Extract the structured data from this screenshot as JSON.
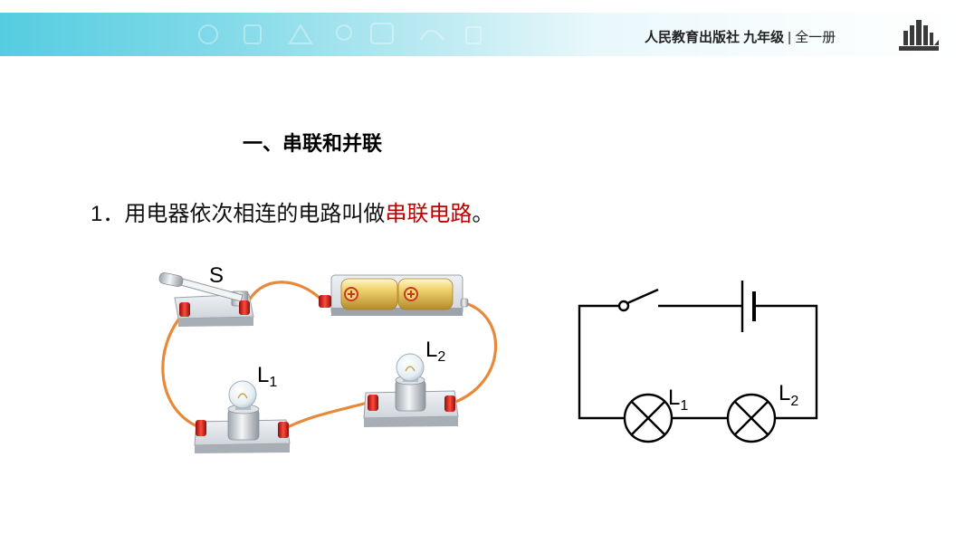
{
  "header": {
    "publisher": "人民教育出版社 九年级",
    "separator": "|",
    "volume": "全一册",
    "logo_icon": "publisher-logo-icon",
    "band_color": "#55cde0"
  },
  "section_title": "一、串联和并联",
  "statement": {
    "prefix": "1．用电器依次相连的电路叫做",
    "highlight": "串联电路",
    "suffix": "。",
    "highlight_color": "#c00000"
  },
  "illustration": {
    "switch_label": "S",
    "lamp1_label": {
      "letter": "L",
      "sub": "1"
    },
    "lamp2_label": {
      "letter": "L",
      "sub": "2"
    },
    "battery_terminal_icon": "plus-circle-icon",
    "wire_color": "#e8893a"
  },
  "schematic": {
    "lamp1_label": {
      "letter": "L",
      "sub": "1"
    },
    "lamp2_label": {
      "letter": "L",
      "sub": "2"
    },
    "components": [
      "switch",
      "battery",
      "lamp",
      "lamp"
    ]
  }
}
